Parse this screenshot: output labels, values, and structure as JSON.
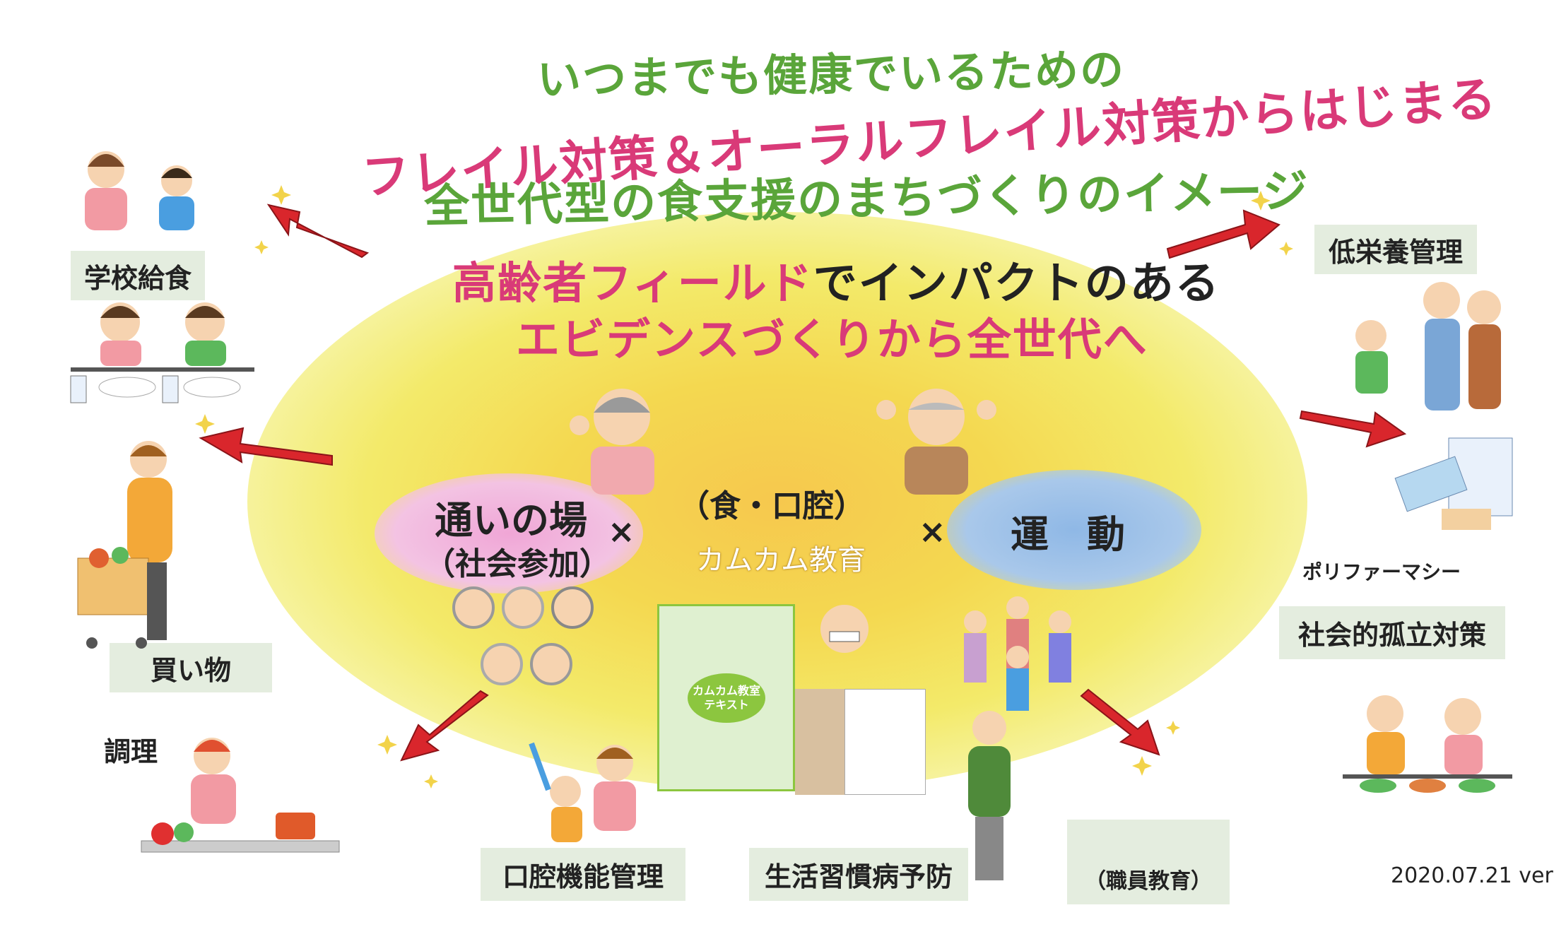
{
  "title": {
    "line1": "いつまでも健康でいるための",
    "line2": "フレイル対策＆オーラルフレイル対策からはじまる",
    "line3": "全世代型の食支援のまちづくりのイメージ"
  },
  "subtitle": {
    "line1_pink": "高齢者フィールド",
    "line1_black": "でインパクトのある",
    "line2": "エビデンスづくりから全世代へ"
  },
  "center": {
    "left_title": "通いの場",
    "left_sub": "（社会参加）",
    "middle_title": "（食・口腔）",
    "middle_sub": "カムカム教育",
    "right_title": "運　動",
    "times": "×"
  },
  "labels": {
    "school_lunch": "学校給食",
    "shopping": "買い物",
    "cooking": "調理",
    "oral": "口腔機能管理",
    "lifestyle": "生活習慣病予防",
    "staff": "（職員教育）",
    "malnutrition": "低栄養管理",
    "polypharmacy": "ポリファーマシー",
    "isolation": "社会的孤立対策"
  },
  "booklet": {
    "title": "カムカム教室テキスト"
  },
  "version": "2020.07.21 ver",
  "colors": {
    "pink": "#d93a78",
    "green": "#5aa53a",
    "arrow": "#d9262c",
    "label_bg": "#e4eddf"
  }
}
